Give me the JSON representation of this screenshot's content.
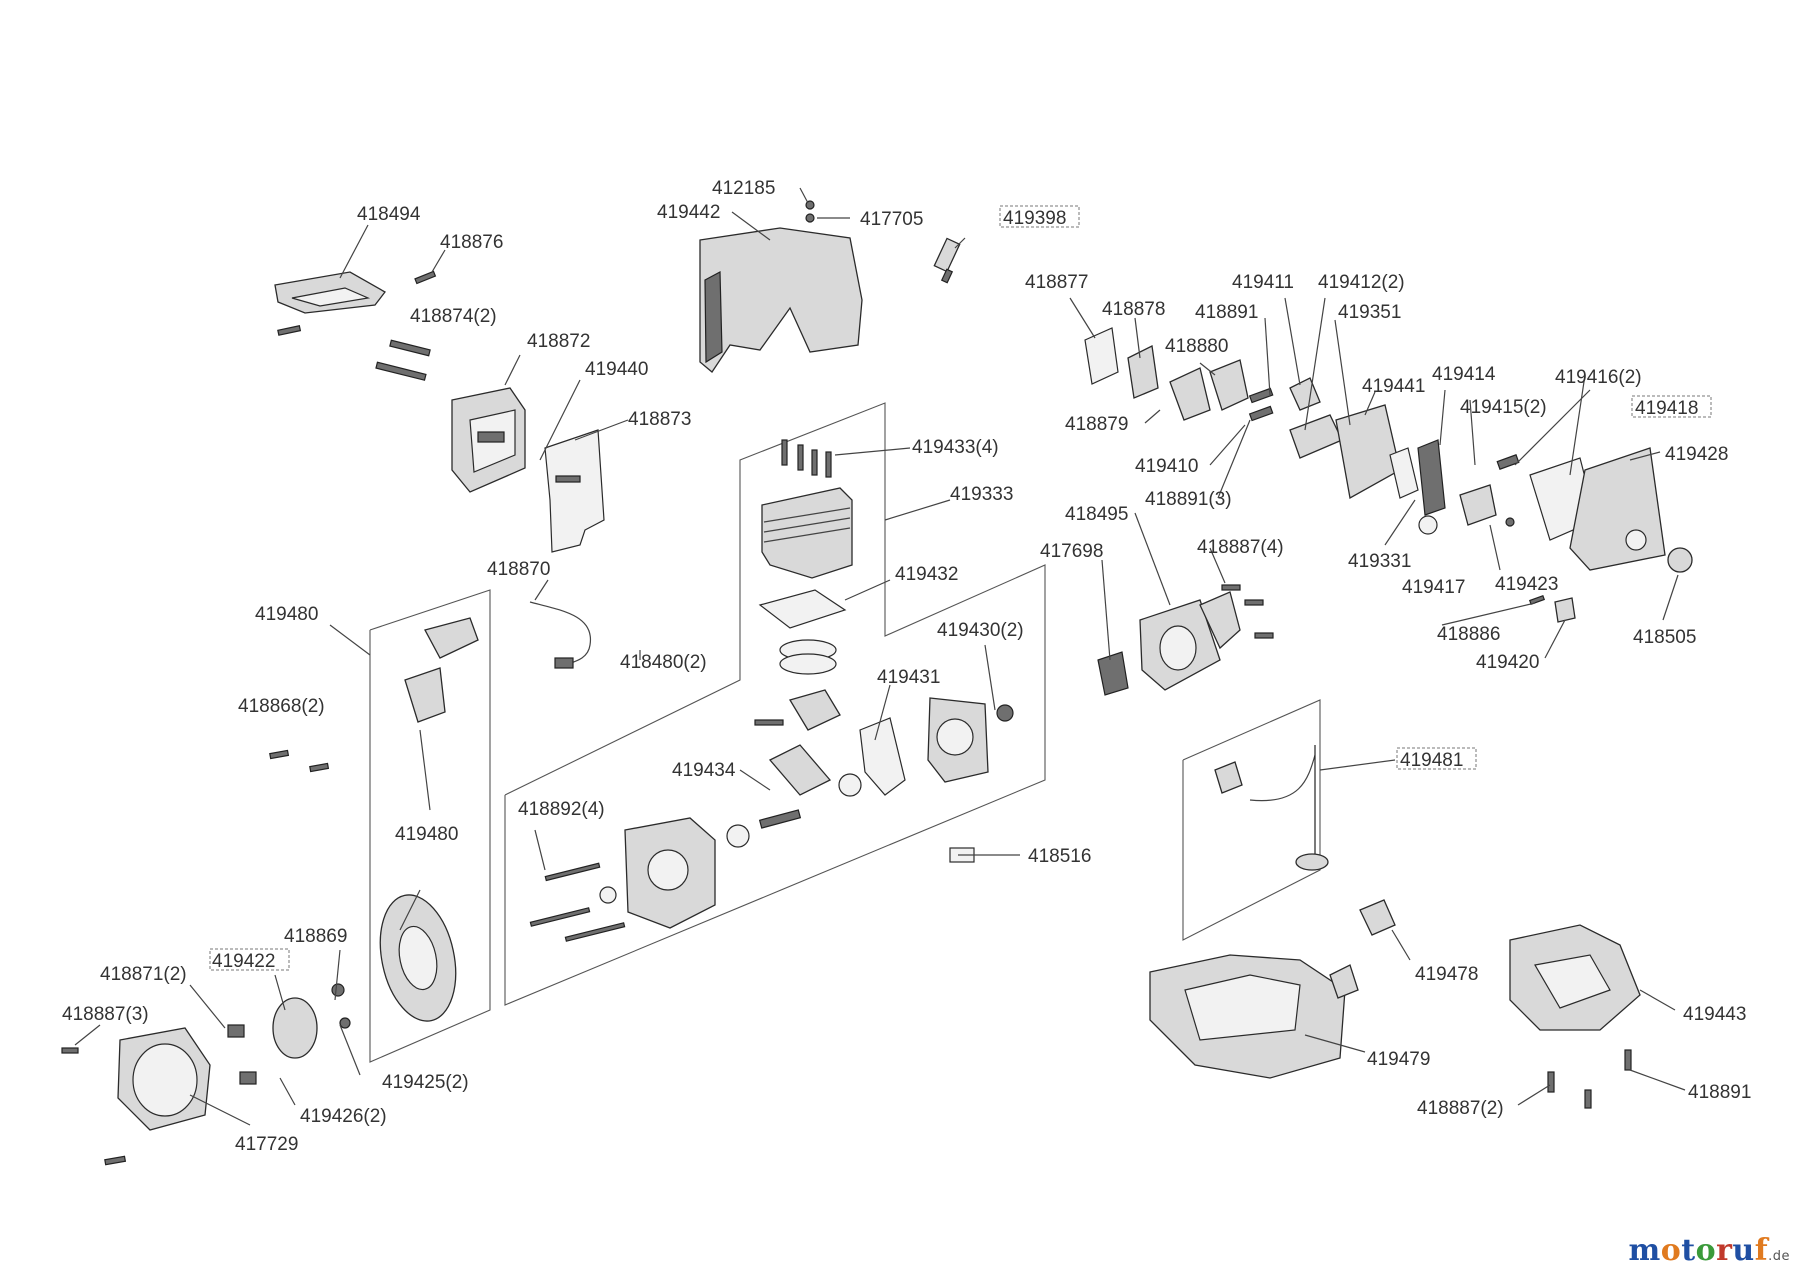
{
  "diagram": {
    "labels": {
      "p412185": "412185",
      "p419442": "419442",
      "p417705": "417705",
      "p419398": "419398",
      "p418494": "418494",
      "p418876": "418876",
      "p418874": "418874(2)",
      "p418872": "418872",
      "p419440": "419440",
      "p418873": "418873",
      "p419433": "419433(4)",
      "p419333": "419333",
      "p418870": "418870",
      "p419432": "419432",
      "p418480": "418480(2)",
      "p419480a": "419480",
      "p418868": "418868(2)",
      "p419480b": "419480",
      "p419431": "419431",
      "p419434": "419434",
      "p418892": "418892(4)",
      "p419430": "419430(2)",
      "p418516": "418516",
      "p418869": "418869",
      "p419422": "419422",
      "p418871": "418871(2)",
      "p418887_3": "418887(3)",
      "p419425": "419425(2)",
      "p419426": "419426(2)",
      "p417729": "417729",
      "p418877": "418877",
      "p418878": "418878",
      "p418891a": "418891",
      "p418880": "418880",
      "p419411": "419411",
      "p419412": "419412(2)",
      "p419351": "419351",
      "p418879": "418879",
      "p419410": "419410",
      "p418891_3": "418891(3)",
      "p419441": "419441",
      "p419414": "419414",
      "p419415": "419415(2)",
      "p419416": "419416(2)",
      "p419418": "419418",
      "p419428": "419428",
      "p419331": "419331",
      "p419417": "419417",
      "p419423": "419423",
      "p418886": "418886",
      "p419420": "419420",
      "p418505": "418505",
      "p418495": "418495",
      "p417698": "417698",
      "p418887_4": "418887(4)",
      "p419481": "419481",
      "p419478": "419478",
      "p419479": "419479",
      "p419443": "419443",
      "p418887_2": "418887(2)",
      "p418891b": "418891"
    }
  },
  "watermark": {
    "letters": [
      "m",
      "o",
      "t",
      "o",
      "r",
      "u",
      "f"
    ],
    "suffix": ".de",
    "colors": [
      "#1f4fa3",
      "#e07a1f",
      "#1f4fa3",
      "#3a9a3a",
      "#c0392b",
      "#1f4fa3",
      "#e07a1f"
    ]
  }
}
